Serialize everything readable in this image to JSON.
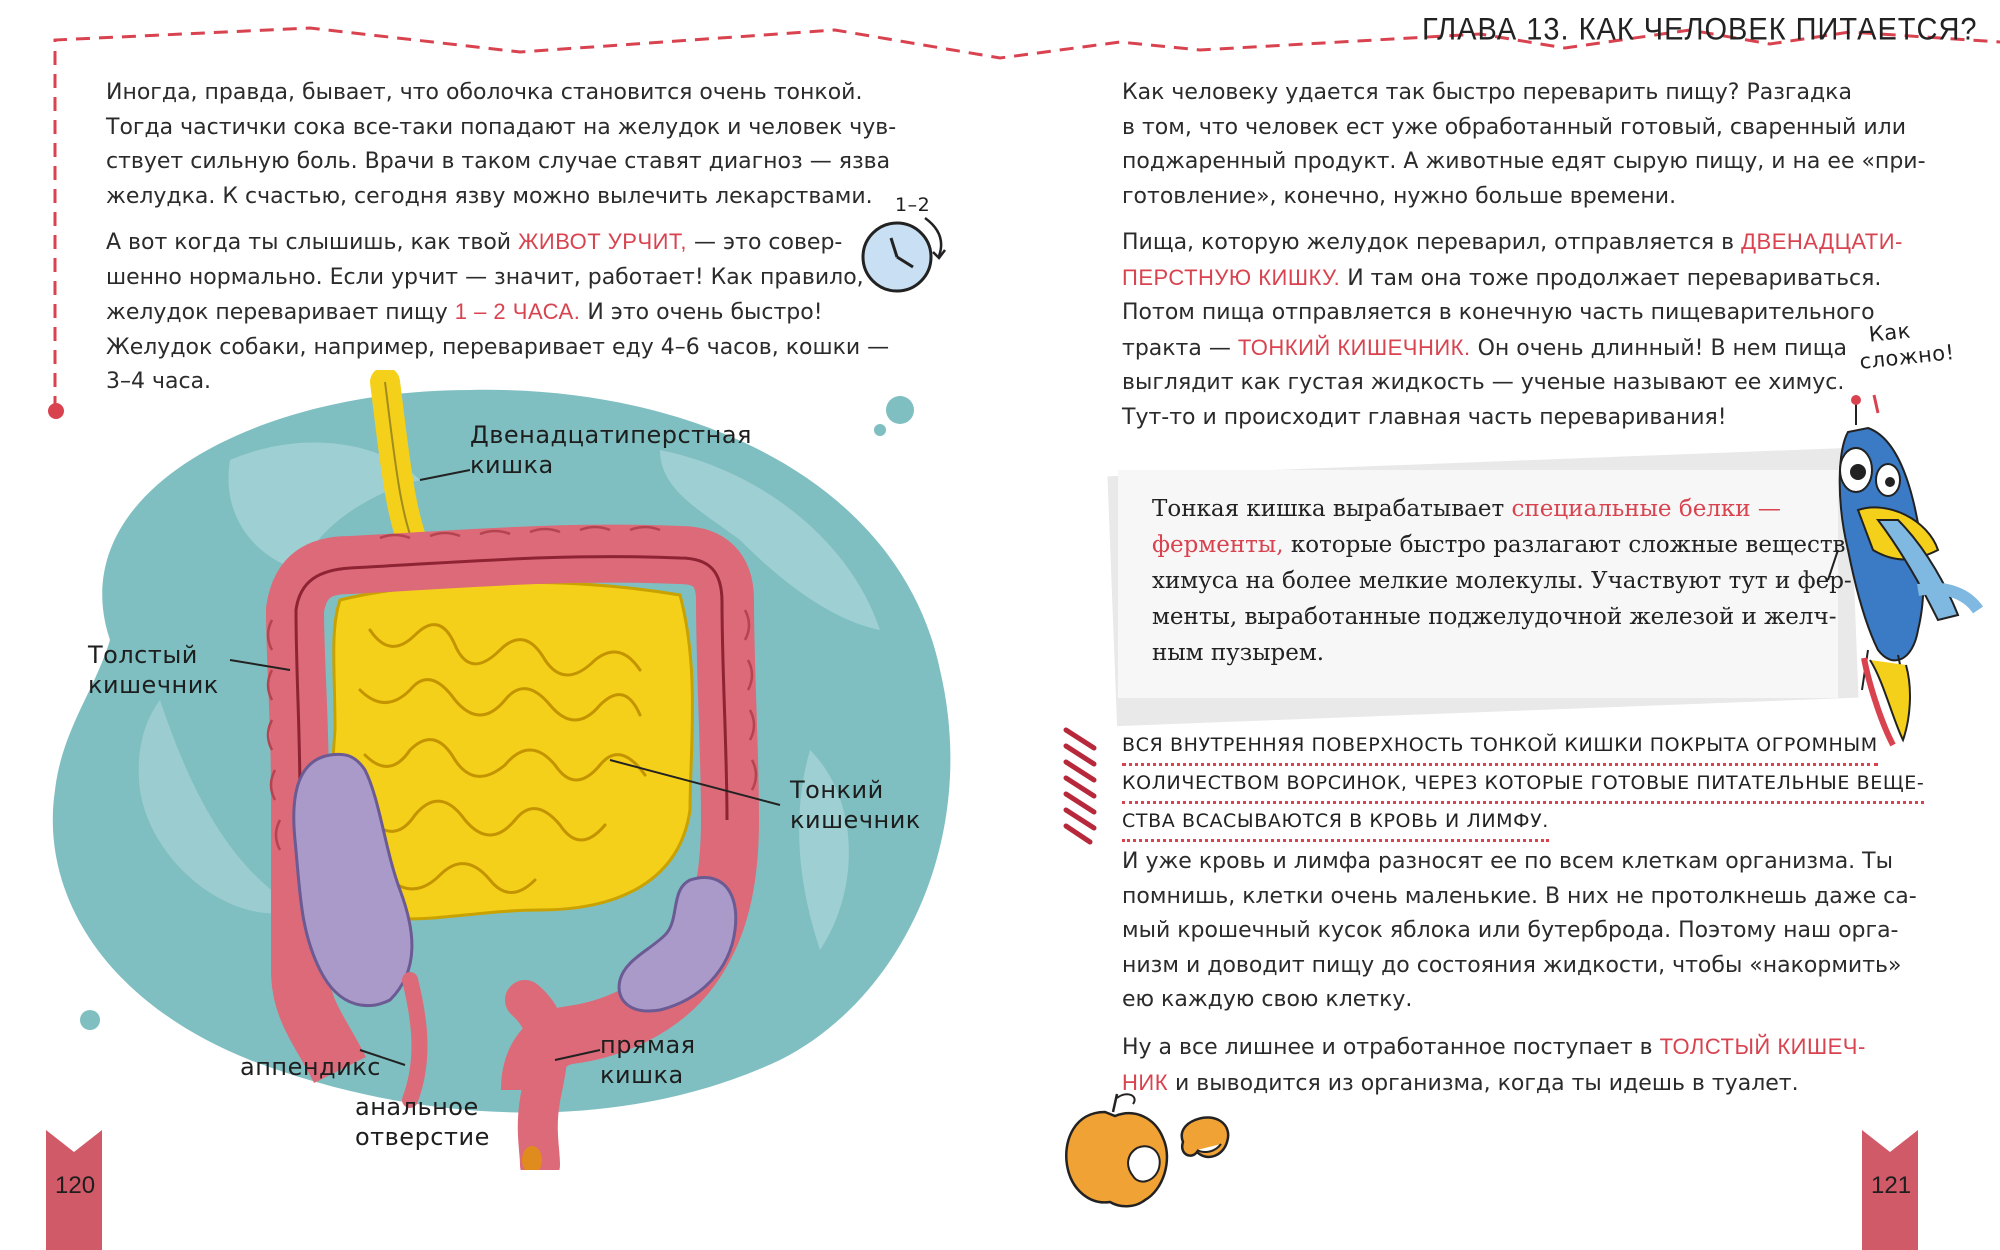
{
  "header": {
    "chapter_title": "ГЛАВА 13. КАК ЧЕЛОВЕК ПИТАЕТСЯ?"
  },
  "left_page": {
    "page_number": "120",
    "para1": [
      "Иногда, правда, бывает, что оболочка становится очень тонкой.",
      "Тогда частички сока все-таки попадают на желудок и человек чув-",
      "ствует сильную боль. Врачи в таком случае ставят диагноз — язва",
      "желудка. К счастью, сегодня язву можно вылечить лекарствами."
    ],
    "para2": {
      "l1_a": "А вот когда ты слышишь, как твой ",
      "l1_hl": "живот урчит,",
      "l1_b": " — это совер-",
      "l2": "шенно нормально. Если урчит — значит, работает! Как правило,",
      "l3_a": "желудок переваривает пищу ",
      "l3_hl": "1 – 2 часа.",
      "l3_b": " И это очень быстро!",
      "l4": "Желудок собаки, например, переваривает еду 4–6 часов, кошки —",
      "l5": "3–4 часа."
    },
    "clock_label": "1–2",
    "diagram_labels": {
      "duodenum_1": "Двенадцатиперстная",
      "duodenum_2": "кишка",
      "large_1": "Толстый",
      "large_2": "кишечник",
      "small_1": "Тонкий",
      "small_2": "кишечник",
      "appendix": "аппендикс",
      "rectum_1": "прямая",
      "rectum_2": "кишка",
      "anus_1": "анальное",
      "anus_2": "отверстие"
    }
  },
  "right_page": {
    "page_number": "121",
    "para1": [
      "Как человеку удается так быстро переварить пищу? Разгадка",
      "в том, что человек ест уже обработанный готовый, сваренный или",
      "поджаренный продукт. А животные едят сырую пищу, и на ее «при-",
      "готовление», конечно, нужно больше времени."
    ],
    "para2": {
      "l1_a": "Пища, которую желудок переварил, отправляется в ",
      "l1_hl": "двенадцати-",
      "l2_hl": "перстную кишку.",
      "l2_b": " И там она тоже продолжает перевариваться.",
      "l3": "Потом пища отправляется в конечную часть пищеварительного",
      "l4_a": "тракта — ",
      "l4_hl": "тонкий кишечник.",
      "l4_b": " Он очень длинный! В нем пища",
      "l5": "выглядит как густая жидкость — ученые называют ее химус.",
      "l6": "Тут-то и происходит главная часть переваривания!"
    },
    "bubble": {
      "l1": "Как",
      "l2": "сложно!"
    },
    "note_box": {
      "l1_a": "Тонкая кишка вырабатывает ",
      "l1_hl": "специальные белки —",
      "l2_hl": "ферменты,",
      "l2_b": " которые быстро разлагают сложные вещества",
      "l3": "химуса на более мелкие молекулы. Участвуют тут и фер-",
      "l4": "менты, выработанные поджелудочной железой и желч-",
      "l5": "ным пузырем."
    },
    "caps_block": [
      "Вся внутренняя поверхность тонкой кишки покрыта огромным",
      "количеством ворсинок, через которые готовые питательные веще-",
      "ства всасываются в кровь и лимфу."
    ],
    "para3": [
      "И уже кровь и лимфа разносят ее по всем клеткам организма. Ты",
      "помнишь, клетки очень маленькие. В них не протолкнешь даже са-",
      "мый крошечный кусок яблока или бутерброда. Поэтому наш орга-",
      "низм и доводит пищу до состояния жидкости, чтобы «накормить»",
      "ею каждую свою клетку."
    ],
    "para4": {
      "l1_a": "Ну а все лишнее и отработанное поступает в ",
      "l1_hl": "толстый кишеч-",
      "l2_hl": "ник",
      "l2_b": " и выводится из организма, когда ты идешь в туалет."
    }
  },
  "colors": {
    "accent": "#d8434f",
    "teal": "#7fbfc1",
    "yellow": "#f4d01a",
    "purple": "#a99ac9",
    "intestine": "#dc6a78"
  }
}
